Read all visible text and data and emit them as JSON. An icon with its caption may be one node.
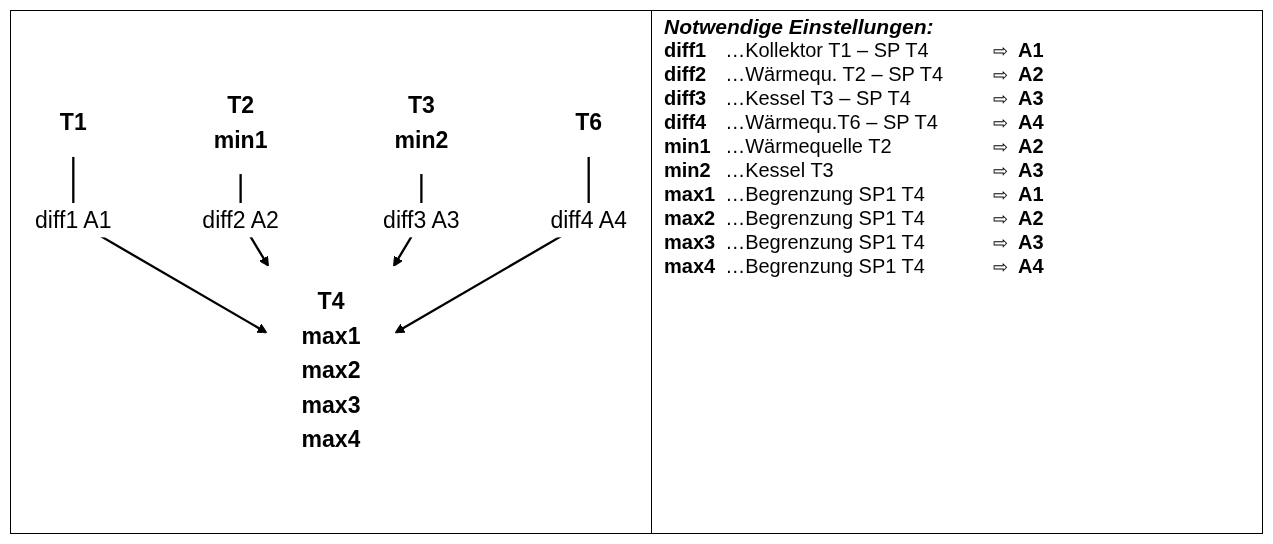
{
  "diagram": {
    "nodes": [
      {
        "text": [
          "T1"
        ]
      },
      {
        "text": [
          "T2",
          "min1"
        ]
      },
      {
        "text": [
          "T3",
          "min2"
        ]
      },
      {
        "text": [
          "T6"
        ]
      },
      {
        "text": [
          "T4",
          "max1",
          "max2",
          "max3",
          "max4"
        ]
      }
    ],
    "edges": [
      {
        "from": 0,
        "to": 4,
        "arrow": "to",
        "label": "diff1 A1"
      },
      {
        "from": 1,
        "to": 4,
        "arrow": "to",
        "label": "diff2 A2"
      },
      {
        "from": 2,
        "to": 4,
        "arrow": "to",
        "label": "diff3 A3"
      },
      {
        "from": 3,
        "to": 4,
        "arrow": "to",
        "label": "diff4 A4"
      }
    ],
    "labels": [
      "Notwendige Einstellungen:",
      "diff1",
      "…Kollektor T1 – SP T4",
      "⇨",
      "A1",
      "diff2",
      "…Wärmequ. T2 – SP T4",
      "⇨",
      "A2",
      "diff3",
      "…Kessel T3 – SP T4",
      "⇨",
      "A3",
      "diff4",
      "…Wärmequ.T6 – SP T4",
      "⇨",
      "A4",
      "min1",
      "…Wärmequelle T2",
      "⇨",
      "A2",
      "min2",
      "…Kessel T3",
      "⇨",
      "A3",
      "max1",
      "…Begrenzung SP1 T4",
      "⇨",
      "A1",
      "max2",
      "…Begrenzung SP1 T4",
      "⇨",
      "A2",
      "max3",
      "…Begrenzung SP1 T4",
      "⇨",
      "A3",
      "max4",
      "…Begrenzung SP1 T4",
      "⇨",
      "A4"
    ]
  }
}
